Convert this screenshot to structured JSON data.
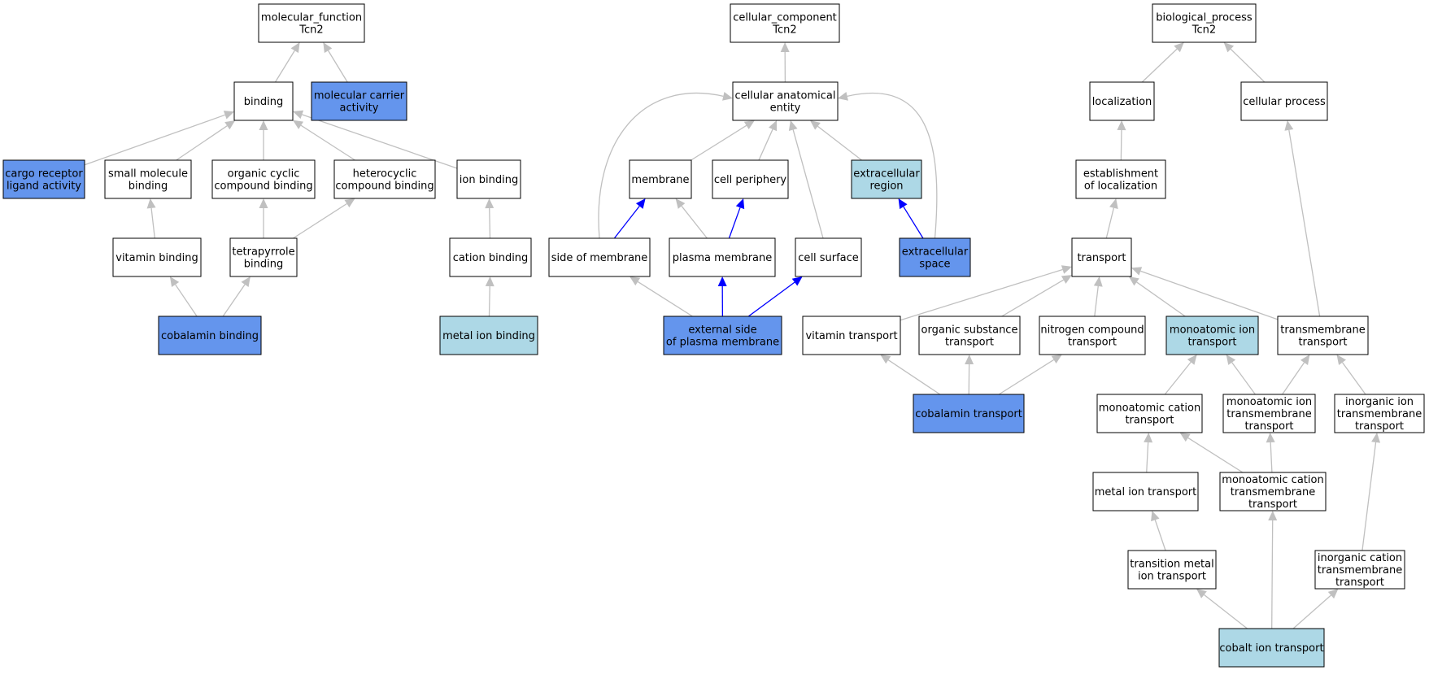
{
  "colors": {
    "white": "#ffffff",
    "blue": "#6495ed",
    "light": "#add8e6",
    "edge_gray": "#c0c0c0",
    "edge_blue": "#0000ff"
  },
  "nodes": [
    {
      "id": "mf",
      "lines": [
        "molecular_function",
        "Tcn2"
      ],
      "fill": "white"
    },
    {
      "id": "binding",
      "lines": [
        "binding"
      ],
      "fill": "white"
    },
    {
      "id": "mca",
      "lines": [
        "molecular carrier",
        "activity"
      ],
      "fill": "blue"
    },
    {
      "id": "crla",
      "lines": [
        "cargo receptor",
        "ligand activity"
      ],
      "fill": "blue"
    },
    {
      "id": "smb",
      "lines": [
        "small molecule",
        "binding"
      ],
      "fill": "white"
    },
    {
      "id": "ocb",
      "lines": [
        "organic cyclic",
        "compound binding"
      ],
      "fill": "white"
    },
    {
      "id": "hcb",
      "lines": [
        "heterocyclic",
        "compound binding"
      ],
      "fill": "white"
    },
    {
      "id": "ionb",
      "lines": [
        "ion binding"
      ],
      "fill": "white"
    },
    {
      "id": "vitb",
      "lines": [
        "vitamin binding"
      ],
      "fill": "white"
    },
    {
      "id": "tetb",
      "lines": [
        "tetrapyrrole",
        "binding"
      ],
      "fill": "white"
    },
    {
      "id": "catb",
      "lines": [
        "cation binding"
      ],
      "fill": "white"
    },
    {
      "id": "cobb",
      "lines": [
        "cobalamin binding"
      ],
      "fill": "blue"
    },
    {
      "id": "mib",
      "lines": [
        "metal ion binding"
      ],
      "fill": "light"
    },
    {
      "id": "cc",
      "lines": [
        "cellular_component",
        "Tcn2"
      ],
      "fill": "white"
    },
    {
      "id": "cae",
      "lines": [
        "cellular anatomical",
        "entity"
      ],
      "fill": "white"
    },
    {
      "id": "memb",
      "lines": [
        "membrane"
      ],
      "fill": "white"
    },
    {
      "id": "cperi",
      "lines": [
        "cell periphery"
      ],
      "fill": "white"
    },
    {
      "id": "extreg",
      "lines": [
        "extracellular",
        "region"
      ],
      "fill": "light"
    },
    {
      "id": "som",
      "lines": [
        "side of membrane"
      ],
      "fill": "white"
    },
    {
      "id": "pmem",
      "lines": [
        "plasma membrane"
      ],
      "fill": "white"
    },
    {
      "id": "csurf",
      "lines": [
        "cell surface"
      ],
      "fill": "white"
    },
    {
      "id": "extsp",
      "lines": [
        "extracellular",
        "space"
      ],
      "fill": "blue"
    },
    {
      "id": "espm",
      "lines": [
        "external side",
        "of plasma membrane"
      ],
      "fill": "blue"
    },
    {
      "id": "bp",
      "lines": [
        "biological_process",
        "Tcn2"
      ],
      "fill": "white"
    },
    {
      "id": "loc",
      "lines": [
        "localization"
      ],
      "fill": "white"
    },
    {
      "id": "cproc",
      "lines": [
        "cellular process"
      ],
      "fill": "white"
    },
    {
      "id": "eol",
      "lines": [
        "establishment",
        "of localization"
      ],
      "fill": "white"
    },
    {
      "id": "trans",
      "lines": [
        "transport"
      ],
      "fill": "white"
    },
    {
      "id": "vitt",
      "lines": [
        "vitamin transport"
      ],
      "fill": "white"
    },
    {
      "id": "ost",
      "lines": [
        "organic substance",
        "transport"
      ],
      "fill": "white"
    },
    {
      "id": "nct",
      "lines": [
        "nitrogen compound",
        "transport"
      ],
      "fill": "white"
    },
    {
      "id": "mit",
      "lines": [
        "monoatomic ion",
        "transport"
      ],
      "fill": "light"
    },
    {
      "id": "tmt",
      "lines": [
        "transmembrane",
        "transport"
      ],
      "fill": "white"
    },
    {
      "id": "cobt",
      "lines": [
        "cobalamin transport"
      ],
      "fill": "blue"
    },
    {
      "id": "mct",
      "lines": [
        "monoatomic cation",
        "transport"
      ],
      "fill": "white"
    },
    {
      "id": "mitt",
      "lines": [
        "monoatomic ion",
        "transmembrane",
        "transport"
      ],
      "fill": "white"
    },
    {
      "id": "iitt",
      "lines": [
        "inorganic ion",
        "transmembrane",
        "transport"
      ],
      "fill": "white"
    },
    {
      "id": "mett",
      "lines": [
        "metal ion transport"
      ],
      "fill": "white"
    },
    {
      "id": "mctt",
      "lines": [
        "monoatomic cation",
        "transmembrane",
        "transport"
      ],
      "fill": "white"
    },
    {
      "id": "tmit",
      "lines": [
        "transition metal",
        "ion transport"
      ],
      "fill": "white"
    },
    {
      "id": "ictt",
      "lines": [
        "inorganic cation",
        "transmembrane",
        "transport"
      ],
      "fill": "white"
    },
    {
      "id": "coit",
      "lines": [
        "cobalt ion transport"
      ],
      "fill": "light"
    }
  ],
  "edges": [
    {
      "from": "binding",
      "to": "mf",
      "color": "edge_gray"
    },
    {
      "from": "mca",
      "to": "mf",
      "color": "edge_gray"
    },
    {
      "from": "crla",
      "to": "binding",
      "color": "edge_gray"
    },
    {
      "from": "smb",
      "to": "binding",
      "color": "edge_gray"
    },
    {
      "from": "ocb",
      "to": "binding",
      "color": "edge_gray"
    },
    {
      "from": "hcb",
      "to": "binding",
      "color": "edge_gray"
    },
    {
      "from": "ionb",
      "to": "binding",
      "color": "edge_gray"
    },
    {
      "from": "vitb",
      "to": "smb",
      "color": "edge_gray"
    },
    {
      "from": "tetb",
      "to": "ocb",
      "color": "edge_gray"
    },
    {
      "from": "tetb",
      "to": "hcb",
      "color": "edge_gray"
    },
    {
      "from": "catb",
      "to": "ionb",
      "color": "edge_gray"
    },
    {
      "from": "cobb",
      "to": "vitb",
      "color": "edge_gray"
    },
    {
      "from": "cobb",
      "to": "tetb",
      "color": "edge_gray"
    },
    {
      "from": "mib",
      "to": "catb",
      "color": "edge_gray"
    },
    {
      "from": "cae",
      "to": "cc",
      "color": "edge_gray"
    },
    {
      "from": "memb",
      "to": "cae",
      "color": "edge_gray"
    },
    {
      "from": "cperi",
      "to": "cae",
      "color": "edge_gray"
    },
    {
      "from": "extreg",
      "to": "cae",
      "color": "edge_gray"
    },
    {
      "from": "csurf",
      "to": "cae",
      "color": "edge_gray"
    },
    {
      "from": "som",
      "to": "cae",
      "color": "edge_gray",
      "curve": "left"
    },
    {
      "from": "extsp",
      "to": "cae",
      "color": "edge_gray",
      "curve": "right"
    },
    {
      "from": "som",
      "to": "memb",
      "color": "edge_blue"
    },
    {
      "from": "pmem",
      "to": "memb",
      "color": "edge_gray"
    },
    {
      "from": "pmem",
      "to": "cperi",
      "color": "edge_blue"
    },
    {
      "from": "extsp",
      "to": "extreg",
      "color": "edge_blue"
    },
    {
      "from": "espm",
      "to": "som",
      "color": "edge_gray"
    },
    {
      "from": "espm",
      "to": "pmem",
      "color": "edge_blue"
    },
    {
      "from": "espm",
      "to": "csurf",
      "color": "edge_blue"
    },
    {
      "from": "loc",
      "to": "bp",
      "color": "edge_gray"
    },
    {
      "from": "cproc",
      "to": "bp",
      "color": "edge_gray"
    },
    {
      "from": "eol",
      "to": "loc",
      "color": "edge_gray"
    },
    {
      "from": "trans",
      "to": "eol",
      "color": "edge_gray"
    },
    {
      "from": "vitt",
      "to": "trans",
      "color": "edge_gray"
    },
    {
      "from": "ost",
      "to": "trans",
      "color": "edge_gray"
    },
    {
      "from": "nct",
      "to": "trans",
      "color": "edge_gray"
    },
    {
      "from": "mit",
      "to": "trans",
      "color": "edge_gray"
    },
    {
      "from": "tmt",
      "to": "trans",
      "color": "edge_gray"
    },
    {
      "from": "tmt",
      "to": "cproc",
      "color": "edge_gray"
    },
    {
      "from": "cobt",
      "to": "vitt",
      "color": "edge_gray"
    },
    {
      "from": "cobt",
      "to": "ost",
      "color": "edge_gray"
    },
    {
      "from": "cobt",
      "to": "nct",
      "color": "edge_gray"
    },
    {
      "from": "mct",
      "to": "mit",
      "color": "edge_gray"
    },
    {
      "from": "mitt",
      "to": "mit",
      "color": "edge_gray"
    },
    {
      "from": "mitt",
      "to": "tmt",
      "color": "edge_gray"
    },
    {
      "from": "iitt",
      "to": "tmt",
      "color": "edge_gray"
    },
    {
      "from": "mett",
      "to": "mct",
      "color": "edge_gray"
    },
    {
      "from": "mctt",
      "to": "mct",
      "color": "edge_gray"
    },
    {
      "from": "mctt",
      "to": "mitt",
      "color": "edge_gray"
    },
    {
      "from": "tmit",
      "to": "mett",
      "color": "edge_gray"
    },
    {
      "from": "ictt",
      "to": "iitt",
      "color": "edge_gray"
    },
    {
      "from": "coit",
      "to": "tmit",
      "color": "edge_gray"
    },
    {
      "from": "coit",
      "to": "mctt",
      "color": "edge_gray"
    },
    {
      "from": "coit",
      "to": "ictt",
      "color": "edge_gray"
    }
  ]
}
